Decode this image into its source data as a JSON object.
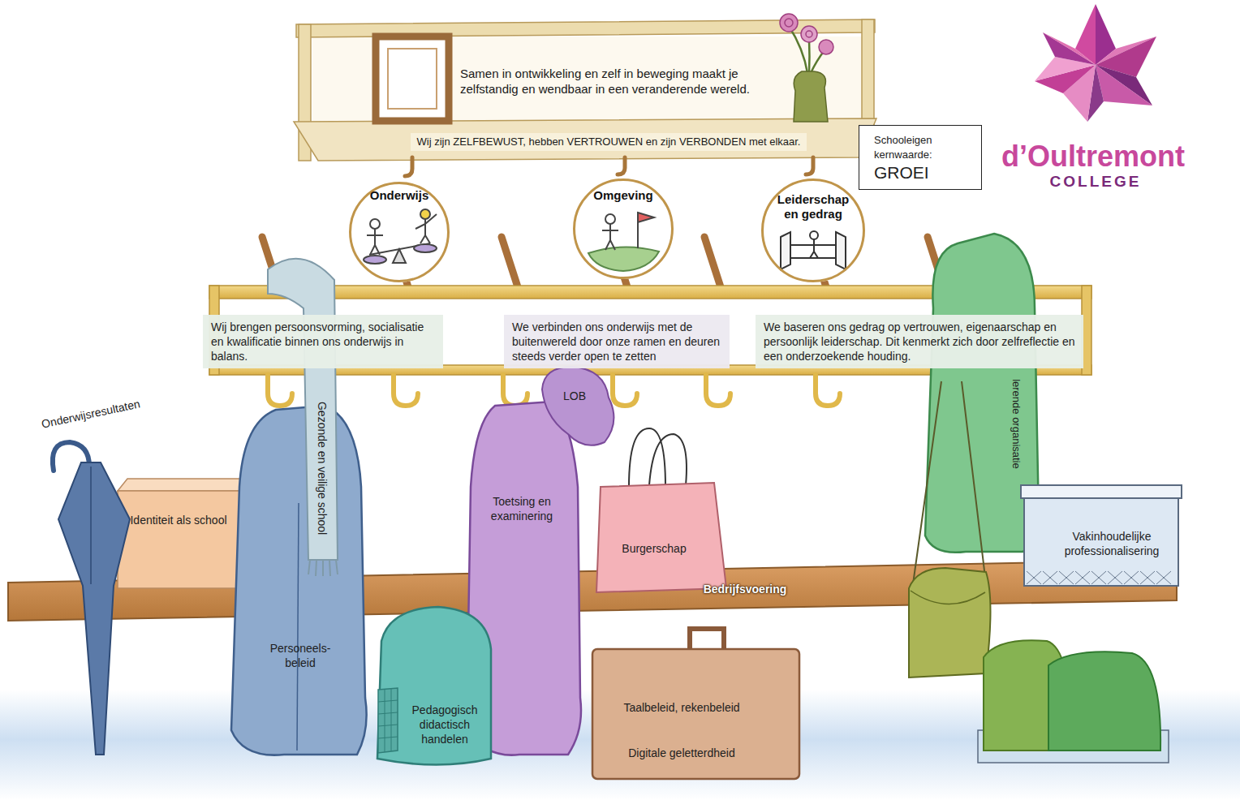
{
  "diagram": {
    "nodes": [
      {
        "text": [
          "Samen in ontwikkeling en zelf in beweging maakt je zelfstandig en wendbaar in een veranderende wereld."
        ]
      },
      {
        "text": [
          "Wij zijn ZELFBEWUST, hebben VERTROUWEN en zijn VERBONDEN met elkaar."
        ]
      },
      {
        "text": [
          "Schooleigen kernwaarde:",
          "GROEI"
        ]
      },
      {
        "text": [
          "Onderwijs"
        ]
      },
      {
        "text": [
          "Omgeving"
        ]
      },
      {
        "text": [
          "Leiderschap en gedrag"
        ]
      },
      {
        "text": [
          "Wij brengen persoonsvorming, socialisatie en kwalificatie binnen ons onderwijs in balans."
        ]
      },
      {
        "text": [
          "We verbinden ons onderwijs met de buitenwereld door onze ramen en deuren steeds verder open te zetten"
        ]
      },
      {
        "text": [
          "We baseren ons gedrag op vertrouwen, eigenaarschap en persoonlijk leiderschap. Dit kenmerkt zich door zelfreflectie en een onderzoekende houding."
        ]
      },
      {
        "text": [
          "Onderwijsresultaten"
        ]
      },
      {
        "text": [
          "Identiteit als school"
        ]
      },
      {
        "text": [
          "Gezonde en veilige school"
        ]
      },
      {
        "text": [
          "Personeels- beleid"
        ]
      },
      {
        "text": [
          "LOB"
        ]
      },
      {
        "text": [
          "Toetsing en examinering"
        ]
      },
      {
        "text": [
          "Burgerschap"
        ]
      },
      {
        "text": [
          "lerende organisatie"
        ]
      },
      {
        "text": [
          "Vakinhoudelijke professionalisering"
        ]
      },
      {
        "text": [
          "Bedrijfsvoering"
        ]
      },
      {
        "text": [
          "Pedagogisch didactisch handelen"
        ]
      },
      {
        "text": [
          "Taalbeleid, rekenbeleid",
          "Digitale geletterdheid"
        ]
      }
    ],
    "labels": [
      "d’Oultremont",
      "COLLEGE"
    ]
  }
}
